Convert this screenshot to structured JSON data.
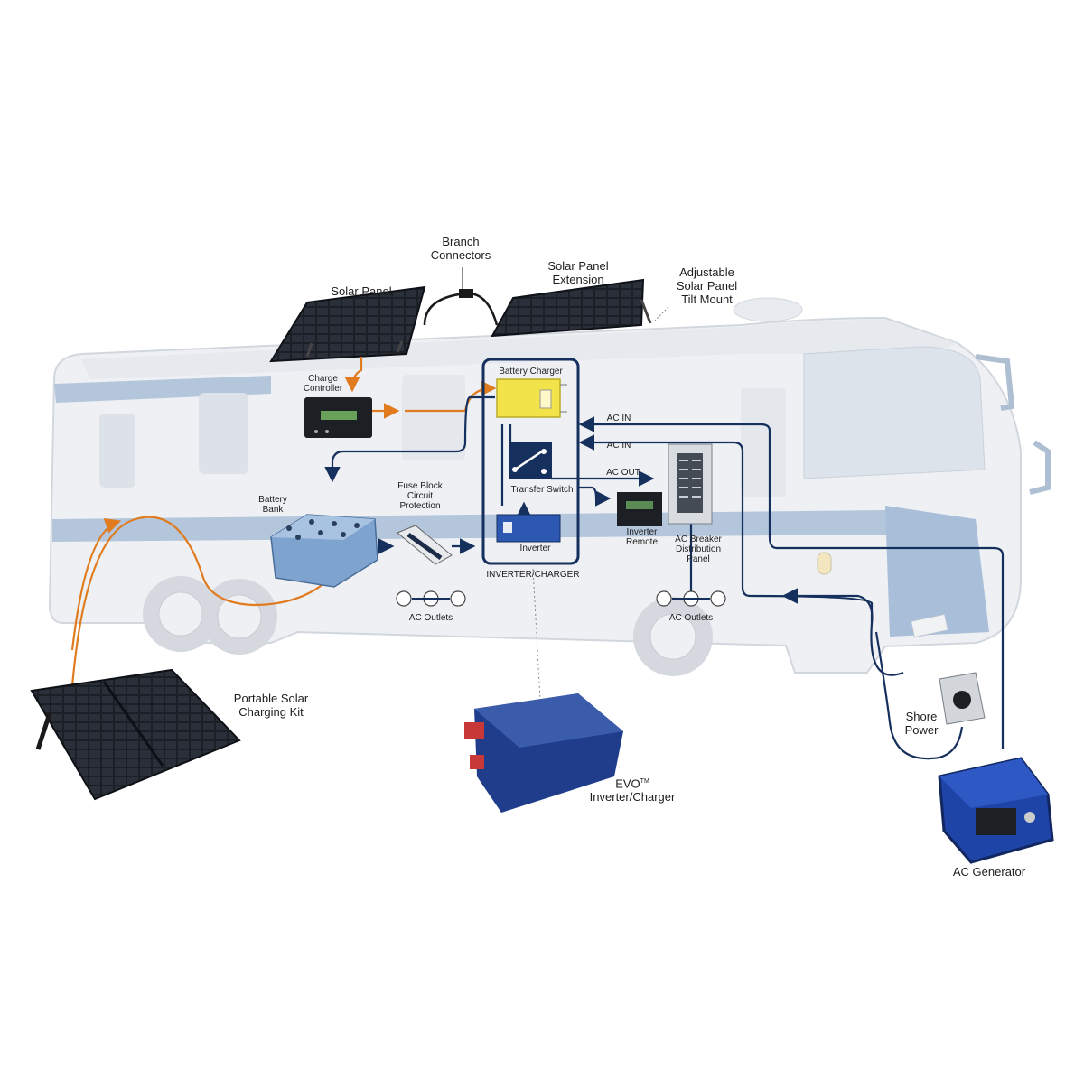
{
  "colors": {
    "dc_line": "#e07b1f",
    "ac_line": "#16305e",
    "rv_body": "#eef0f3",
    "rv_stripe": "#b3c6dc",
    "panel": "#1b1f26",
    "charger_yellow": "#f2e34a",
    "evo_blue": "#1f3d8a"
  },
  "labels": {
    "branch_connectors": "Branch\nConnectors",
    "solar_panel": "Solar Panel",
    "solar_panel_extension": "Solar Panel\nExtension",
    "tilt_mount": "Adjustable\nSolar Panel\nTilt Mount",
    "charge_controller": "Charge\nController",
    "battery_charger": "Battery Charger",
    "ac_in_1": "AC IN",
    "ac_in_2": "AC IN",
    "ac_out": "AC OUT",
    "transfer_switch": "Transfer Switch",
    "battery_bank": "Battery\nBank",
    "fuse_block": "Fuse Block\nCircuit\nProtection",
    "inverter": "Inverter",
    "inverter_charger": "INVERTER/CHARGER",
    "inverter_remote": "Inverter\nRemote",
    "ac_breaker": "AC Breaker\nDistribution\nPanel",
    "ac_outlets_1": "AC Outlets",
    "ac_outlets_2": "AC Outlets",
    "portable_solar": "Portable Solar\nCharging Kit",
    "evo_prefix": "EVO",
    "evo_tm": "TM",
    "evo_suffix": "\nInverter/Charger",
    "shore_power": "Shore\nPower",
    "ac_generator": "AC Generator"
  }
}
